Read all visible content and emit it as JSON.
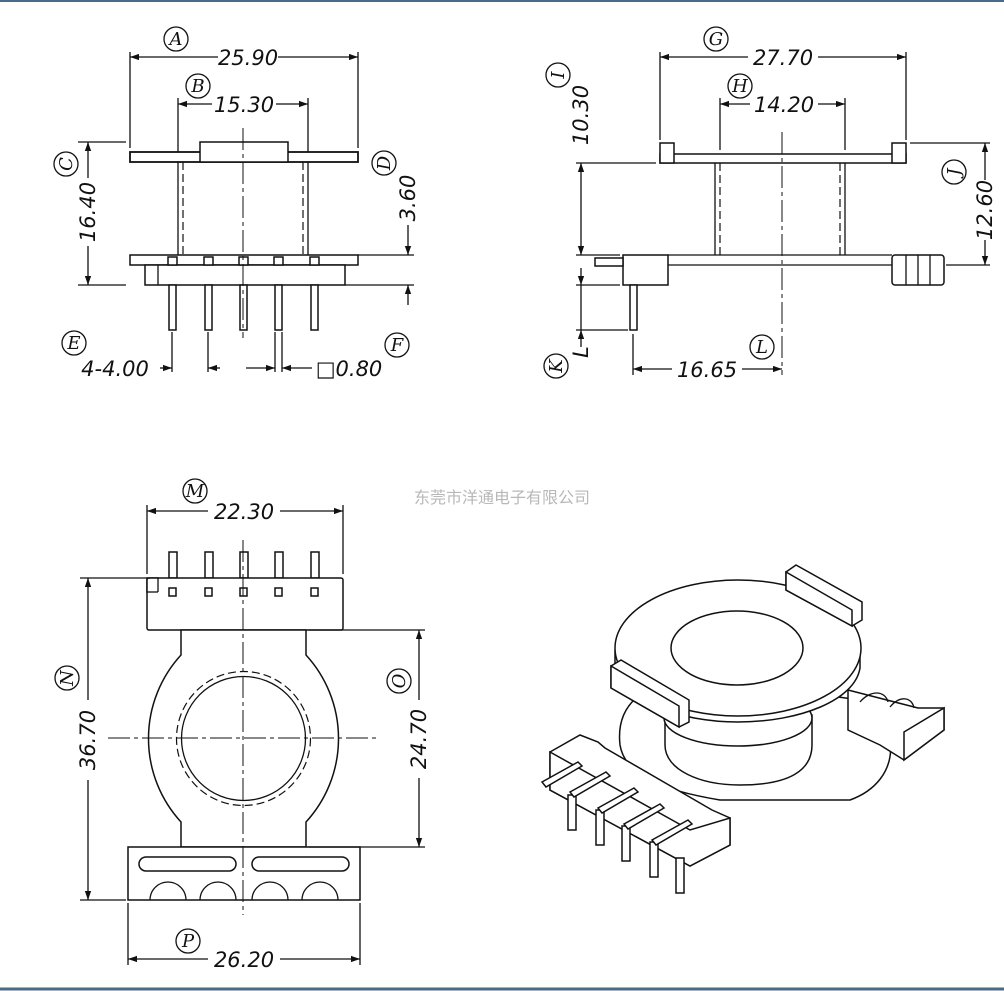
{
  "watermark": "东莞市洋通电子有限公司",
  "colors": {
    "line": "#111111",
    "background": "#ffffff",
    "watermark": "#b8b8b8",
    "frame": "#4a6a8a"
  },
  "dimensions": {
    "A": "25.90",
    "B": "15.30",
    "C": "16.40",
    "D": "3.60",
    "E": "4-4.00",
    "F": "□0.80",
    "G": "27.70",
    "H": "14.20",
    "I": "10.30",
    "J": "12.60",
    "K": "L",
    "L": "16.65",
    "M": "22.30",
    "N": "36.70",
    "O": "24.70",
    "P": "26.20"
  },
  "labels": {
    "A": "A",
    "B": "B",
    "C": "C",
    "D": "D",
    "E": "E",
    "F": "F",
    "G": "G",
    "H": "H",
    "I": "I",
    "J": "J",
    "K": "K",
    "L": "L",
    "M": "M",
    "N": "N",
    "O": "O",
    "P": "P"
  }
}
